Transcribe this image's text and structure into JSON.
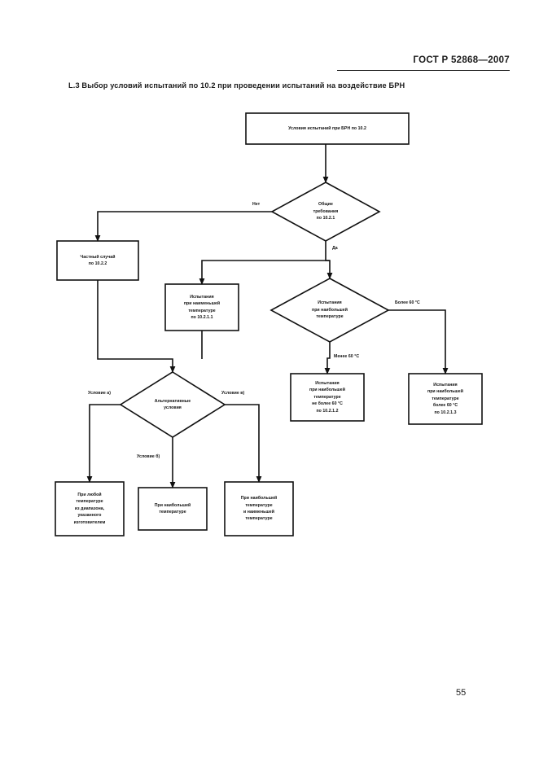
{
  "document": {
    "header": "ГОСТ Р 52868—2007",
    "page_number": "55",
    "clause_title": "L.3  Выбор условий испытаний по 10.2 при проведении испытаний на воздействие БРН"
  },
  "flowchart": {
    "nodes": {
      "start": {
        "shape": "box",
        "label": "Условия испытаний при БРН по 10.2"
      },
      "decision_general": {
        "shape": "diamond",
        "label": "Общие\nтребования\nпо 10.2.1"
      },
      "special_case": {
        "shape": "box",
        "label": "Частный случай\nпо 10.2.2"
      },
      "test_min_temp": {
        "shape": "box",
        "label": "Испытания\nпри наименьшей\nтемпературе\nпо 10.2.1.1"
      },
      "decision_max_temp": {
        "shape": "diamond",
        "label": "Испытания\nпри наибольшей\nтемпературе"
      },
      "test_max_not_over_60": {
        "shape": "box",
        "label": "Испытания\nпри наибольшей\nтемпературе\nне более 60 °С\nпо 10.2.1.2"
      },
      "test_max_over_60": {
        "shape": "box",
        "label": "Испытания\nпри наибольшей\nтемпературе\nболее 60 °С\nпо 10.2.1.3"
      },
      "decision_alternative": {
        "shape": "diamond",
        "label": "Альтернативные\nусловия"
      },
      "any_temp_range": {
        "shape": "box",
        "label": "При любой\nтемпературе\nиз диапазона,\nуказанного\nизготовителем"
      },
      "max_temp_only": {
        "shape": "box",
        "label": "При наибольшей\nтемпературе"
      },
      "max_and_min_temp": {
        "shape": "box",
        "label": "При наибольшей\nтемпературе\nи наименьшей\nтемпературе"
      }
    },
    "edge_labels": {
      "no": "Нет",
      "yes": "Да",
      "over_60": "Более 60 °С",
      "under_60": "Менее 60 °С",
      "condition_a": "Условие а)",
      "condition_b": "Условие б)",
      "condition_v": "Условие в)"
    }
  }
}
